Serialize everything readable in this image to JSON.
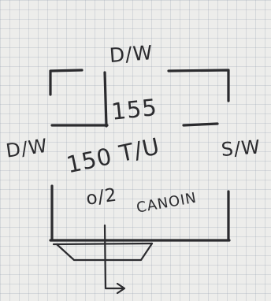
{
  "sketch": {
    "labels": {
      "top_door": "D/W",
      "left_door": "D/W",
      "right_door": "S/W",
      "dimension": "155",
      "size": "150 T/U",
      "quantity": "o/2",
      "product": "CANOIN"
    },
    "ink_color": "#2b2b2e",
    "paper_color": "#ededeb"
  }
}
